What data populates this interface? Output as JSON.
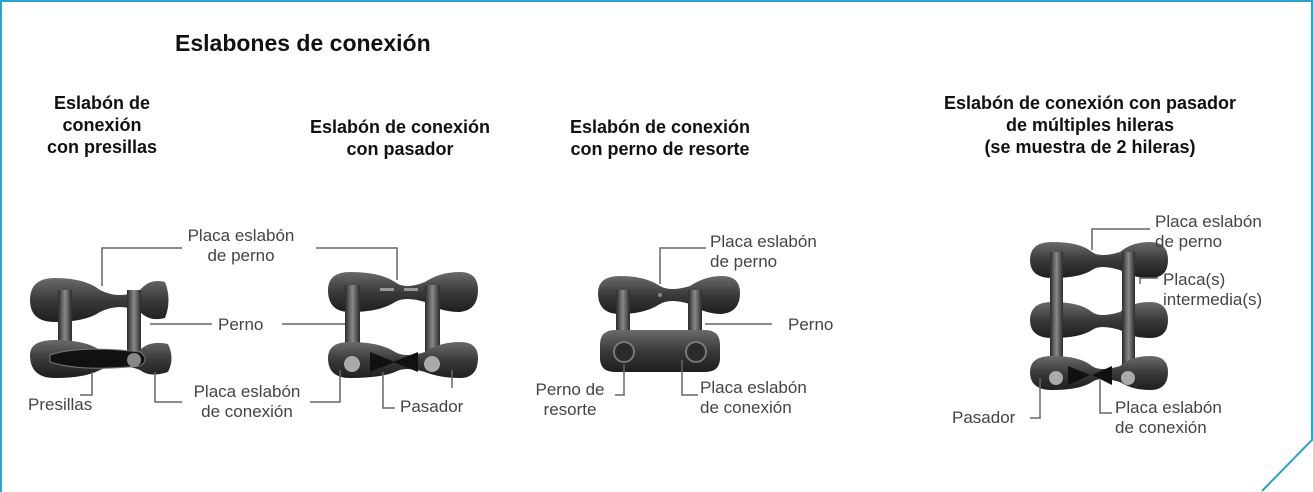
{
  "title": "Eslabones de conexión",
  "columns": [
    {
      "heading": [
        "Eslabón de",
        "conexión",
        "con presillas"
      ]
    },
    {
      "heading": [
        "Eslabón de conexión",
        "con pasador"
      ]
    },
    {
      "heading": [
        "Eslabón de conexión",
        "con perno de resorte"
      ]
    },
    {
      "heading": [
        "Eslabón de conexión con pasador",
        "de múltiples hileras",
        "(se muestra de 2 hileras)"
      ]
    }
  ],
  "labels": {
    "placa_perno": [
      "Placa eslabón",
      "de perno"
    ],
    "perno": "Perno",
    "presillas": "Presillas",
    "placa_conexion": [
      "Placa eslabón",
      "de conexión"
    ],
    "pasador": "Pasador",
    "perno_resorte": [
      "Perno de",
      "resorte"
    ],
    "placa_intermedia": [
      "Placa(s)",
      "intermedia(s)"
    ]
  },
  "colors": {
    "frame": "#29a3c9",
    "leader": "#666666",
    "metal": "#3a3a3a"
  }
}
